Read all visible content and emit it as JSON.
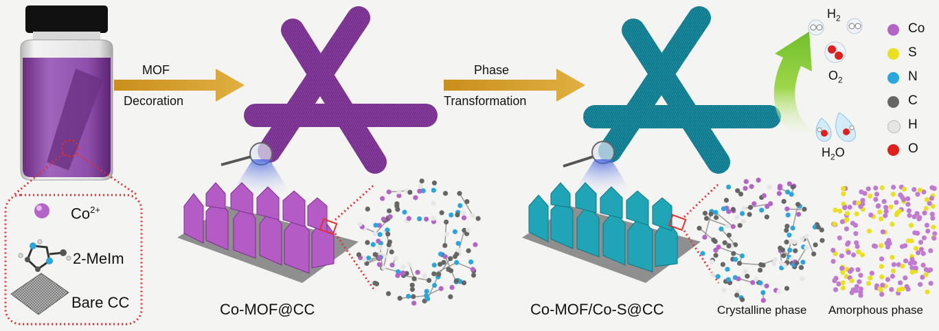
{
  "labels": {
    "co2plus": "Co",
    "co2plus_sup": "2+",
    "melm": "2-MeIm",
    "bare_cc": "Bare CC",
    "arrow1_top": "MOF",
    "arrow1_bottom": "Decoration",
    "arrow2_top": "Phase",
    "arrow2_bottom": "Transformation",
    "product1": "Co-MOF@CC",
    "product2": "Co-MOF/Co-S@CC",
    "crystalline": "Crystalline phase",
    "amorphous": "Amorphous phase",
    "h2": "H",
    "h2_sub": "2",
    "o2": "O",
    "o2_sub": "2",
    "h2o": "H",
    "h2o_sub": "2",
    "h2o_tail": "O"
  },
  "legend": [
    {
      "symbol": "Co",
      "color": "#b463c6"
    },
    {
      "symbol": "S",
      "color": "#e8e020"
    },
    {
      "symbol": "N",
      "color": "#2aa6dd"
    },
    {
      "symbol": "C",
      "color": "#666666"
    },
    {
      "symbol": "H",
      "color": "#e6e6e6"
    },
    {
      "symbol": "O",
      "color": "#e0201c"
    }
  ],
  "colors": {
    "purple": "#8a3fa0",
    "teal": "#1a8ea2",
    "arrow": "#d9a12a",
    "dotted": "#e03030"
  }
}
